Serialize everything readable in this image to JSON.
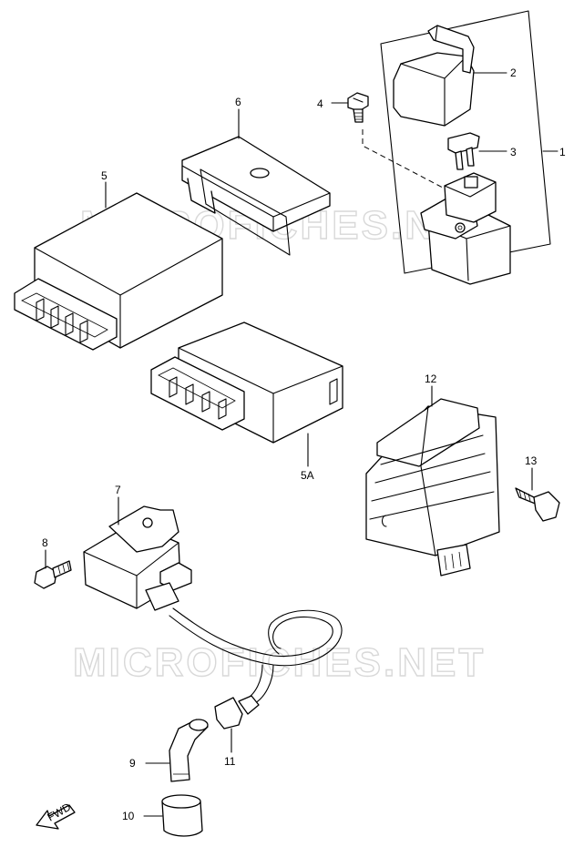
{
  "watermark": "MICROFICHES.NET",
  "direction_marker": "FWD",
  "callouts": {
    "c1": "1",
    "c2": "2",
    "c3": "3",
    "c4": "4",
    "c5": "5",
    "c5a": "5A",
    "c6": "6",
    "c7": "7",
    "c8": "8",
    "c9": "9",
    "c10": "10",
    "c11": "11",
    "c12": "12",
    "c13": "13"
  }
}
